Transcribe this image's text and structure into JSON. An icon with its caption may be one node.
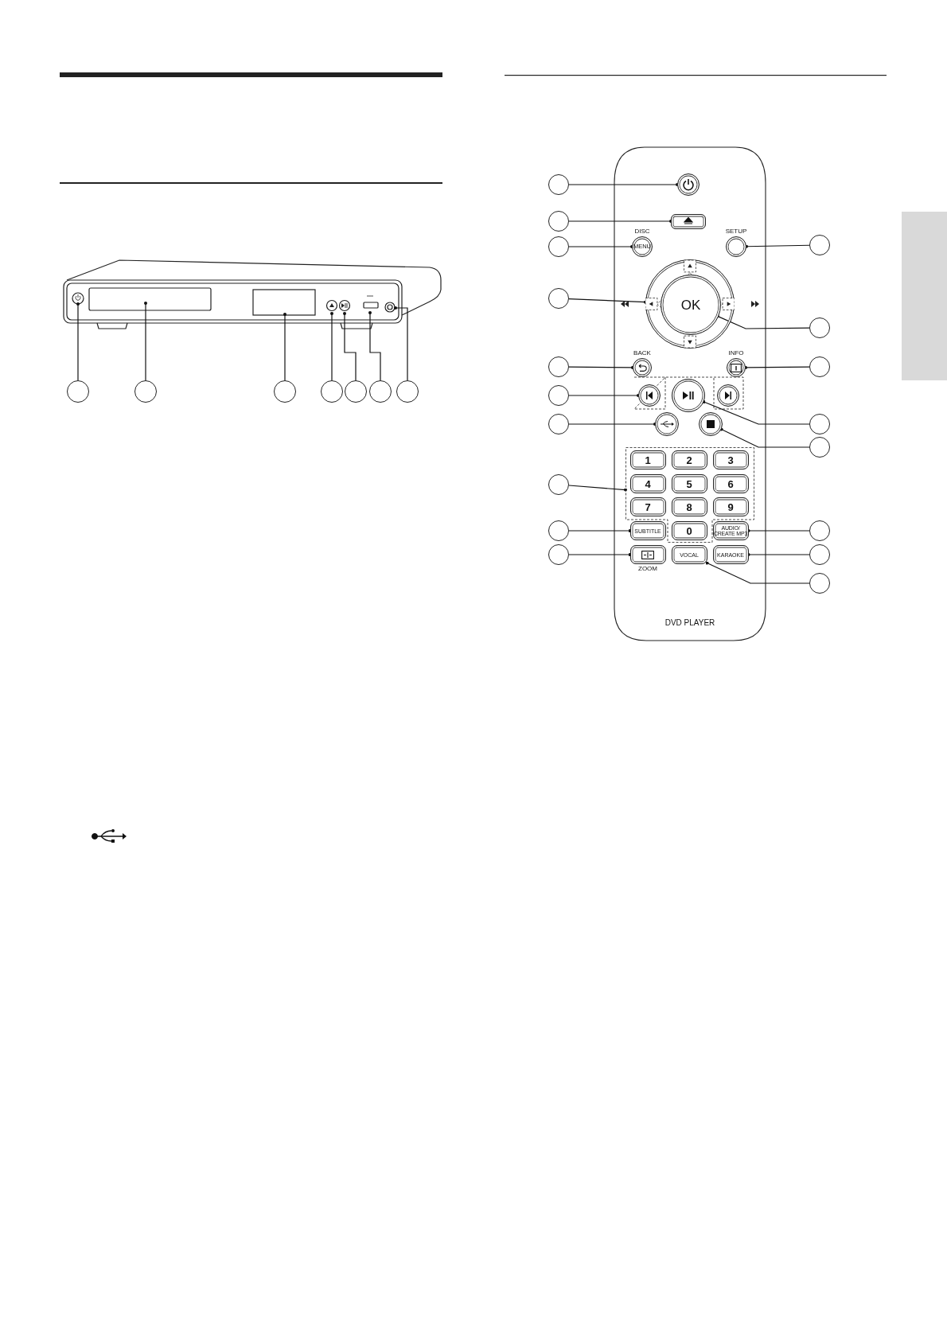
{
  "diagram": {
    "nodes": [
      {
        "text": [],
        "shape": "circle"
      },
      {
        "text": [],
        "shape": "circle"
      },
      {
        "text": [],
        "shape": "circle"
      },
      {
        "text": [],
        "shape": "circle"
      },
      {
        "text": [],
        "shape": "circle"
      },
      {
        "text": [],
        "shape": "circle"
      },
      {
        "text": [],
        "shape": "circle"
      },
      {
        "text": [],
        "shape": "circle"
      },
      {
        "text": [],
        "shape": "circle"
      },
      {
        "text": [],
        "shape": "circle"
      },
      {
        "text": [],
        "shape": "circle"
      },
      {
        "text": [],
        "shape": "circle"
      },
      {
        "text": [],
        "shape": "circle"
      },
      {
        "text": [],
        "shape": "circle"
      },
      {
        "text": [],
        "shape": "circle"
      },
      {
        "text": [],
        "shape": "circle"
      },
      {
        "text": [],
        "shape": "circle"
      },
      {
        "text": [],
        "shape": "circle"
      },
      {
        "text": [],
        "shape": "circle"
      },
      {
        "text": [],
        "shape": "circle"
      },
      {
        "text": [],
        "shape": "circle"
      },
      {
        "text": [],
        "shape": "circle"
      },
      {
        "text": [],
        "shape": "circle"
      },
      {
        "text": [],
        "shape": "circle"
      },
      {
        "text": [],
        "shape": "circle"
      },
      {
        "text": [],
        "shape": "box"
      },
      {
        "text": [],
        "shape": "circle"
      },
      {
        "text": [],
        "shape": "box"
      },
      {
        "text": [
          "DISC",
          "MENU"
        ]
      },
      {
        "text": [
          "SETUP"
        ]
      },
      {
        "text": [],
        "shape": "circle"
      },
      {
        "text": [
          "OK"
        ],
        "in": 30
      },
      {
        "text": [
          "BACK"
        ]
      },
      {
        "text": [
          "INFO"
        ]
      },
      {
        "text": [],
        "shape": "circle"
      },
      {
        "text": [],
        "shape": "circle"
      },
      {
        "text": [],
        "shape": "circle"
      },
      {
        "text": [],
        "shape": "circle"
      },
      {
        "text": [],
        "shape": "circle"
      },
      {
        "text": [],
        "shape": "box"
      },
      {
        "text": [
          "1"
        ],
        "in": 39
      },
      {
        "text": [
          "2"
        ],
        "in": 39
      },
      {
        "text": [
          "3"
        ],
        "in": 39
      },
      {
        "text": [
          "4"
        ],
        "in": 39
      },
      {
        "text": [
          "5"
        ],
        "in": 39
      },
      {
        "text": [
          "6"
        ],
        "in": 39
      },
      {
        "text": [
          "7"
        ],
        "in": 39
      },
      {
        "text": [
          "8"
        ],
        "in": 39
      },
      {
        "text": [
          "9"
        ],
        "in": 39
      },
      {
        "text": [
          "SUBTITLE"
        ]
      },
      {
        "text": [
          "0"
        ],
        "in": 39
      },
      {
        "text": [
          "AUDIO/ CREATE MP3"
        ]
      },
      {
        "text": [
          "ZOOM"
        ]
      },
      {
        "text": [
          "VOCAL"
        ]
      },
      {
        "text": [
          "KARAOKE"
        ]
      }
    ],
    "edges": [
      {
        "from": 0,
        "to": null,
        "arrow": "other"
      },
      {
        "from": 1,
        "to": null,
        "arrow": "other"
      },
      {
        "from": 2,
        "to": null,
        "arrow": "other"
      },
      {
        "from": 3,
        "to": null,
        "arrow": "other"
      },
      {
        "from": 4,
        "to": null,
        "arrow": "other"
      },
      {
        "from": 5,
        "to": null,
        "arrow": "other"
      },
      {
        "from": 6,
        "to": null,
        "arrow": "other"
      },
      {
        "from": 7,
        "to": 26,
        "arrow": "other"
      },
      {
        "from": 8,
        "to": 27,
        "arrow": "other"
      },
      {
        "from": 9,
        "to": 28,
        "arrow": "other"
      },
      {
        "from": 10,
        "to": 30,
        "arrow": "other"
      },
      {
        "from": 11,
        "to": 32,
        "arrow": "other"
      },
      {
        "from": 12,
        "to": 34,
        "arrow": "other"
      },
      {
        "from": 13,
        "to": 37,
        "arrow": "other"
      },
      {
        "from": 14,
        "to": 39,
        "arrow": "other"
      },
      {
        "from": 15,
        "to": 49,
        "arrow": "other"
      },
      {
        "from": 16,
        "to": 52,
        "arrow": "other"
      },
      {
        "from": 17,
        "to": 29,
        "arrow": "other"
      },
      {
        "from": 18,
        "to": 31,
        "arrow": "other"
      },
      {
        "from": 19,
        "to": 33,
        "arrow": "other"
      },
      {
        "from": 20,
        "to": 35,
        "arrow": "other"
      },
      {
        "from": 21,
        "to": 38,
        "arrow": "other"
      },
      {
        "from": 22,
        "to": 51,
        "arrow": "other"
      },
      {
        "from": 23,
        "to": 54,
        "arrow": "other"
      },
      {
        "from": 24,
        "to": 53,
        "arrow": "other"
      }
    ],
    "labels": [
      "DVD PLAYER"
    ]
  }
}
